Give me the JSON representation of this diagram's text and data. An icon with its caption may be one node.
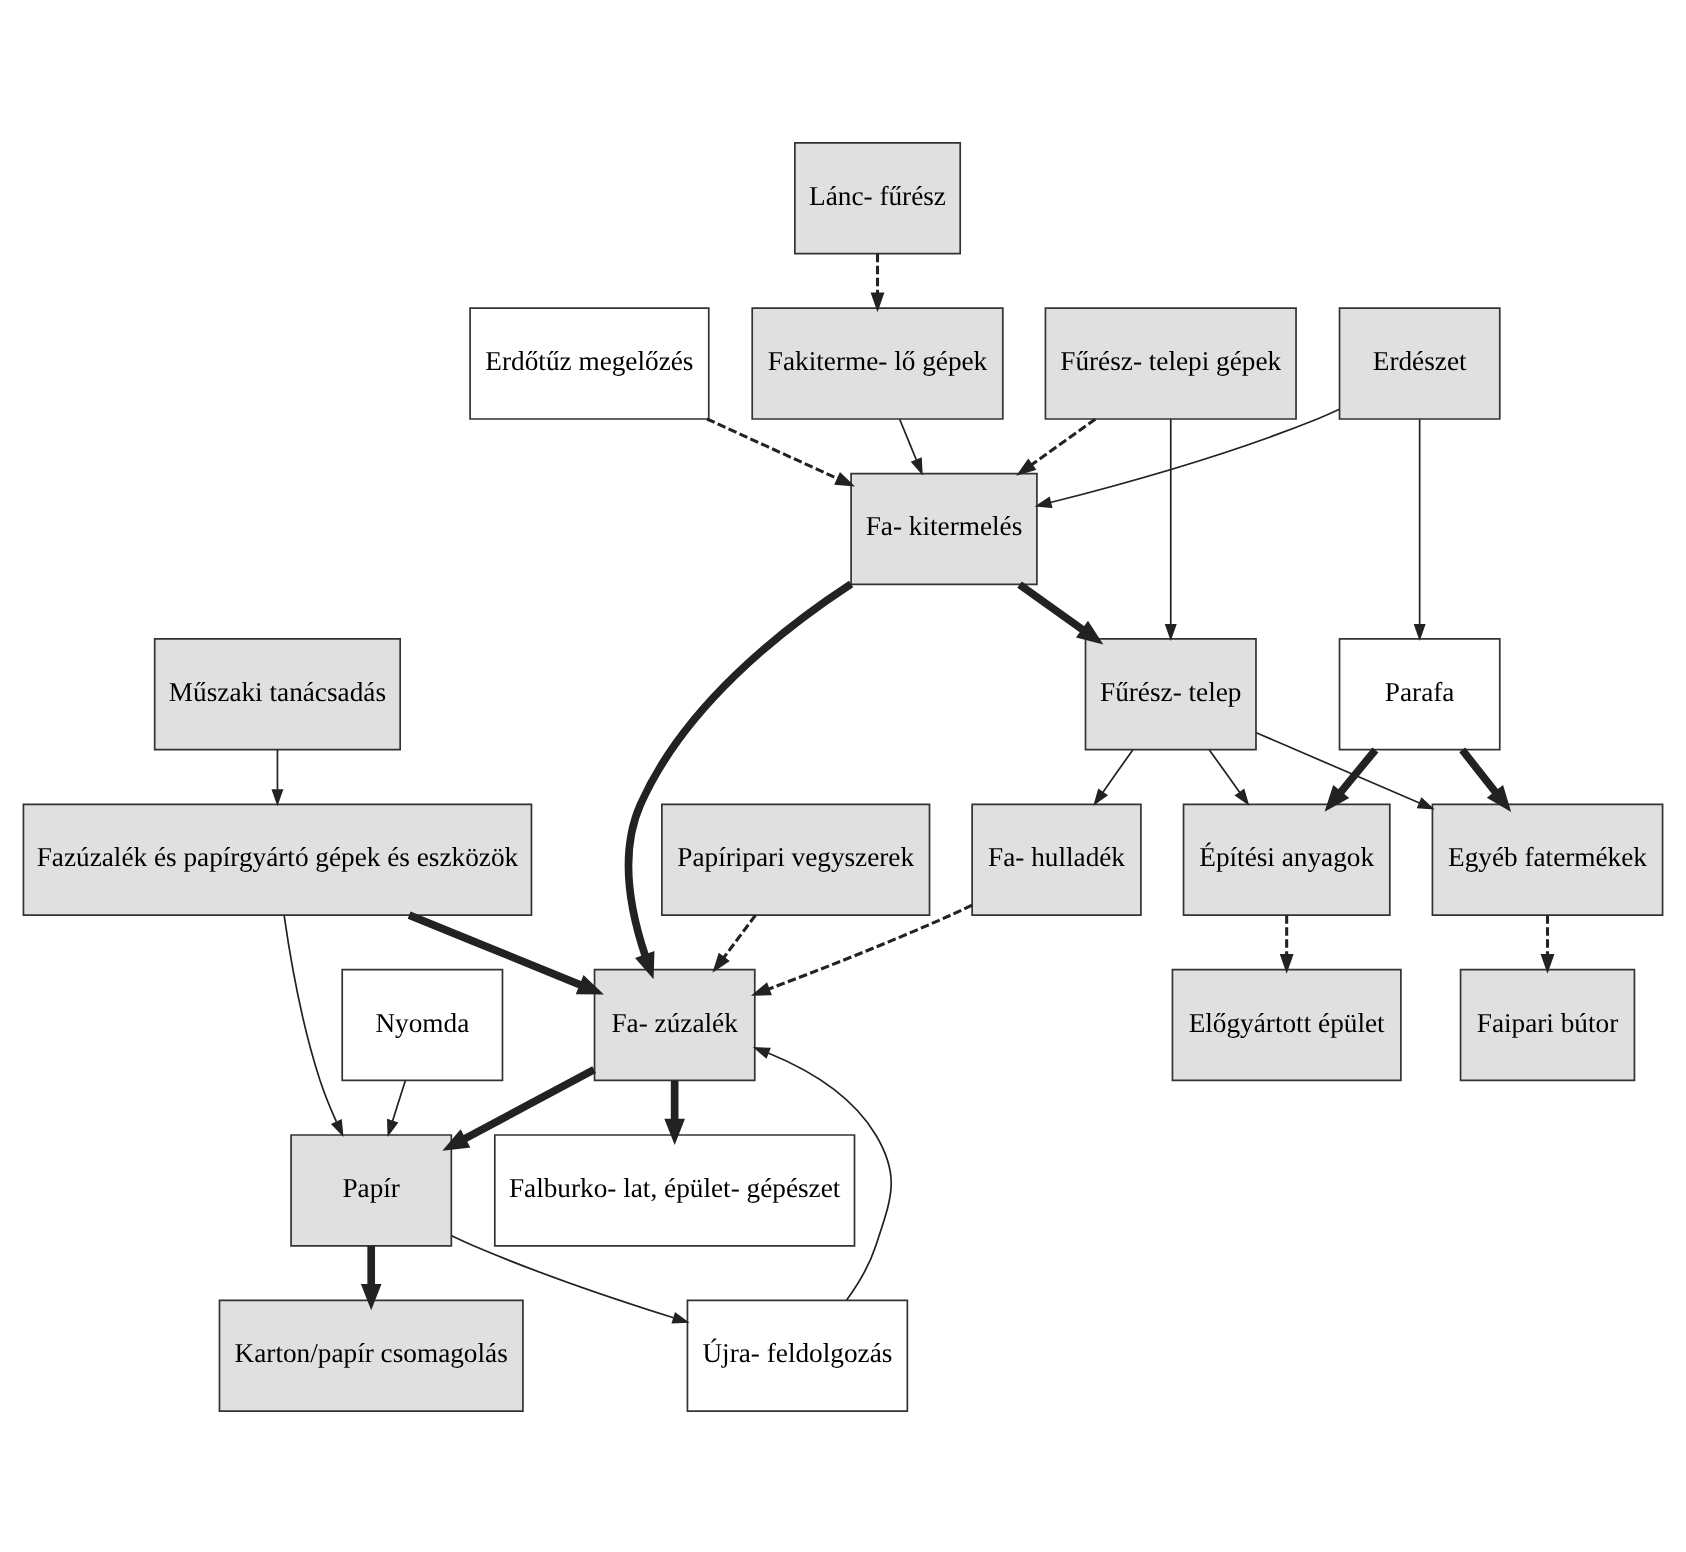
{
  "diagram": {
    "nodes": [
      {
        "text": [
          "Papíripari vegyszerek"
        ]
      },
      {
        "text": [
          "Erdőtűz megelőzés"
        ]
      },
      {
        "text": [
          "Fakiterme- lő gépek"
        ]
      },
      {
        "text": [
          "Lánc- fűrész"
        ]
      },
      {
        "text": [
          "Fa- kitermelés"
        ]
      },
      {
        "text": [
          "Fűrész- telepi gépek"
        ]
      },
      {
        "text": [
          "Erdészet"
        ]
      },
      {
        "text": [
          "Műszaki tanácsadás"
        ]
      },
      {
        "text": [
          "Fa- zúzalék"
        ]
      },
      {
        "text": [
          "Fa- hulladék"
        ]
      },
      {
        "text": [
          "Fazúzalék és papírgyártó gépek és eszközök"
        ]
      },
      {
        "text": [
          "Fűrész- telep"
        ]
      },
      {
        "text": [
          "Parafa"
        ]
      },
      {
        "text": [
          "Papír"
        ]
      },
      {
        "text": [
          "Falburko- lat, épület- gépészet"
        ]
      },
      {
        "text": [
          "Újra- feldolgozás"
        ]
      },
      {
        "text": [
          "Nyomda"
        ]
      },
      {
        "text": [
          "Építési anyagok"
        ]
      },
      {
        "text": [
          "Egyéb fatermékek"
        ]
      },
      {
        "text": [
          "Karton/papír csomagolás"
        ]
      },
      {
        "text": [
          "Előgyártott épület"
        ]
      },
      {
        "text": [
          "Faipari bútor"
        ]
      }
    ],
    "edges": [
      {
        "from": 0,
        "to": 8,
        "arrow": "to",
        "style": "dashed"
      },
      {
        "from": 1,
        "to": 4,
        "arrow": "to",
        "style": "dashed"
      },
      {
        "from": 3,
        "to": 2,
        "arrow": "to",
        "style": "dashed"
      },
      {
        "from": 2,
        "to": 4,
        "arrow": "to"
      },
      {
        "from": 6,
        "to": 4,
        "arrow": "to"
      },
      {
        "from": 5,
        "to": 4,
        "arrow": "to",
        "style": "dashed"
      },
      {
        "from": 4,
        "to": 8,
        "arrow": "to",
        "style": "thick"
      },
      {
        "from": 4,
        "to": 11,
        "arrow": "to",
        "style": "thick"
      },
      {
        "from": 5,
        "to": 11,
        "arrow": "to"
      },
      {
        "from": 6,
        "to": 12,
        "arrow": "to"
      },
      {
        "from": 9,
        "to": 8,
        "arrow": "to",
        "style": "dashed"
      },
      {
        "from": 11,
        "to": 9,
        "arrow": "to"
      },
      {
        "from": 15,
        "to": 8,
        "arrow": "to"
      },
      {
        "from": 7,
        "to": 10,
        "arrow": "to"
      },
      {
        "from": 10,
        "to": 8,
        "arrow": "to",
        "style": "thick"
      },
      {
        "from": 10,
        "to": 13,
        "arrow": "to"
      },
      {
        "from": 8,
        "to": 13,
        "arrow": "to",
        "style": "thick"
      },
      {
        "from": 8,
        "to": 14,
        "arrow": "to",
        "style": "thick"
      },
      {
        "from": 16,
        "to": 13,
        "arrow": "to"
      },
      {
        "from": 13,
        "to": 19,
        "arrow": "to",
        "style": "thick"
      },
      {
        "from": 13,
        "to": 15,
        "arrow": "to"
      },
      {
        "from": 11,
        "to": 17,
        "arrow": "to"
      },
      {
        "from": 11,
        "to": 18,
        "arrow": "to"
      },
      {
        "from": 12,
        "to": 17,
        "arrow": "to",
        "style": "thick"
      },
      {
        "from": 12,
        "to": 18,
        "arrow": "to",
        "style": "thick"
      },
      {
        "from": 17,
        "to": 20,
        "arrow": "to",
        "style": "dashed"
      },
      {
        "from": 18,
        "to": 21,
        "arrow": "to",
        "style": "dashed"
      }
    ]
  }
}
